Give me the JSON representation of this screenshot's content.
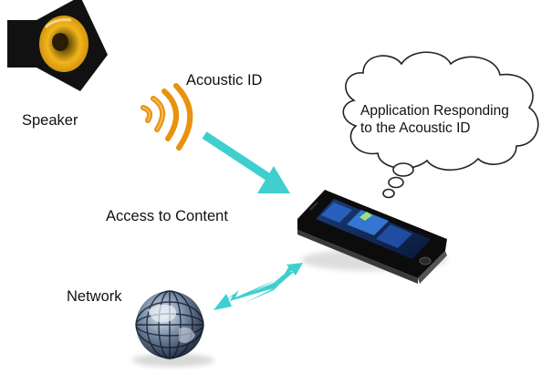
{
  "labels": {
    "speaker": "Speaker",
    "acoustic_id": "Acoustic ID",
    "access": "Access to Content",
    "network": "Network"
  },
  "thought_bubble": {
    "line1": "Application Responding",
    "line2": "to the Acoustic ID"
  },
  "colors": {
    "arrow": "#3fcfcf",
    "wave": "#e8920f",
    "speaker_cone": "#f2b51c"
  },
  "icons": [
    "speaker-icon",
    "sound-wave-icon",
    "arrow-icon",
    "smartphone-icon",
    "thought-cloud-icon",
    "globe-icon"
  ]
}
